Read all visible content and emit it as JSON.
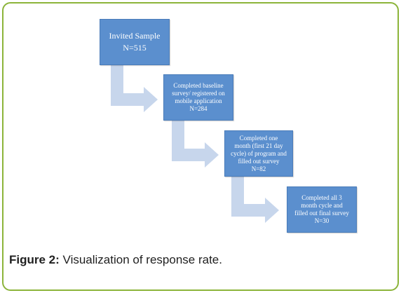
{
  "diagram": {
    "boxes": [
      {
        "lines": [
          "Invited Sample",
          "N=515"
        ]
      },
      {
        "lines": [
          "Completed baseline",
          "survey/ registered on",
          "mobile application",
          "N=284"
        ]
      },
      {
        "lines": [
          "Completed one",
          "month (first 21 day",
          "cycle) of program and",
          "filled out survey",
          "N=82"
        ]
      },
      {
        "lines": [
          "Completed all 3",
          "month cycle and",
          "filled out final survey",
          "N=30"
        ]
      }
    ]
  },
  "caption": {
    "label": "Figure 2:",
    "text": "Visualization of response rate."
  },
  "colors": {
    "frame_border": "#8cb43a",
    "box_fill": "#5b8fce",
    "arrow_fill": "#c7d6ec"
  }
}
